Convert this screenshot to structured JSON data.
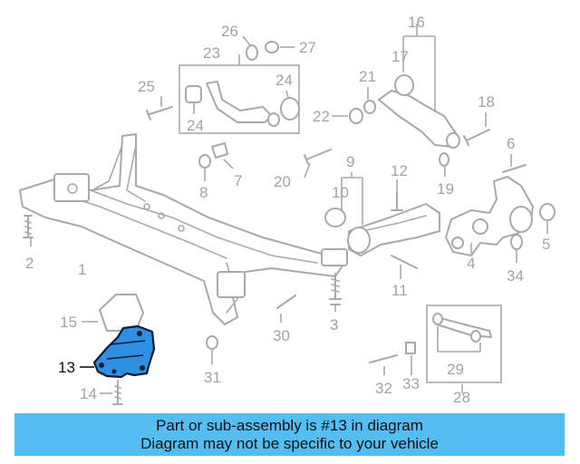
{
  "callouts": {
    "c1": "1",
    "c2": "2",
    "c3": "3",
    "c4": "4",
    "c5": "5",
    "c6": "6",
    "c7": "7",
    "c8": "8",
    "c9": "9",
    "c10": "10",
    "c11": "11",
    "c12": "12",
    "c13": "13",
    "c14": "14",
    "c15": "15",
    "c16": "16",
    "c17": "17",
    "c18": "18",
    "c19": "19",
    "c20": "20",
    "c21": "21",
    "c22": "22",
    "c23": "23",
    "c24a": "24",
    "c24b": "24",
    "c25": "25",
    "c26": "26",
    "c27": "27",
    "c28": "28",
    "c29": "29",
    "c30": "30",
    "c31": "31",
    "c32": "32",
    "c33": "33",
    "c34": "34"
  },
  "highlight": {
    "part_number": "13",
    "color": "#2f8fe0"
  },
  "banner": {
    "line1": "Part or sub-assembly is #13 in diagram",
    "line2": "Diagram may not be specific to your vehicle",
    "color": "#54bdf2"
  }
}
